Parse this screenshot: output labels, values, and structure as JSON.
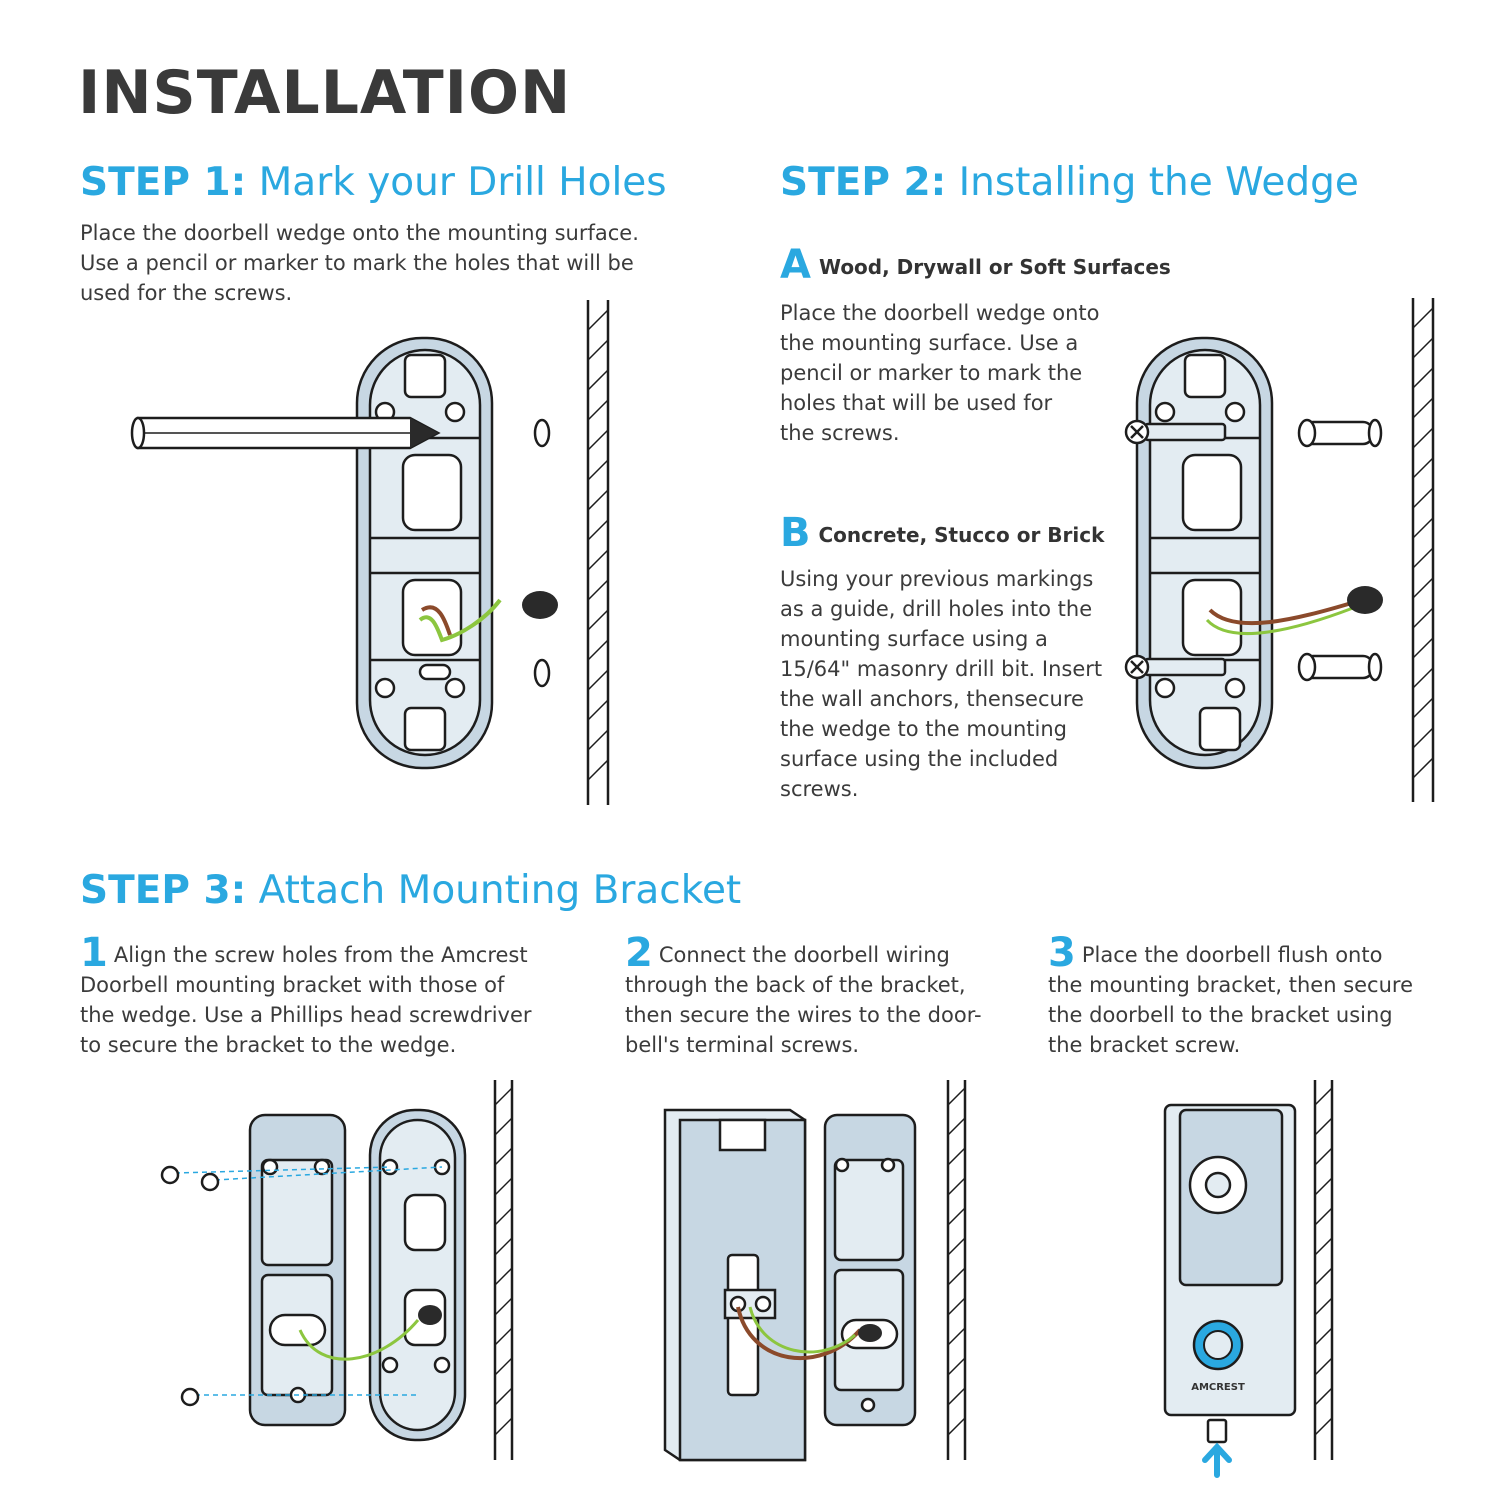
{
  "page_title": "INSTALLATION",
  "step1": {
    "label": "STEP 1:",
    "heading": "Mark your Drill Holes",
    "lines": [
      "Place the doorbell wedge onto the mounting surface.",
      "Use a pencil or marker to mark the holes that will be",
      "used for the screws."
    ]
  },
  "step2": {
    "label": "STEP 2:",
    "heading": "Installing the Wedge",
    "a": {
      "letter": "A",
      "title": "Wood, Drywall or Soft Surfaces",
      "lines": [
        "Place the doorbell wedge onto",
        "the mounting surface. Use a",
        "pencil or marker to mark the",
        "holes that will be used for",
        "the screws."
      ]
    },
    "b": {
      "letter": "B",
      "title": "Concrete, Stucco or Brick",
      "lines": [
        "Using your previous markings",
        "as a guide, drill holes into the",
        "mounting surface using a",
        "15/64\" masonry drill bit. Insert",
        "the wall anchors, thensecure",
        "the wedge to the mounting",
        "surface using the included",
        "screws."
      ]
    }
  },
  "step3": {
    "label": "STEP 3:",
    "heading": "Attach Mounting Bracket",
    "items": [
      {
        "num": "1",
        "lines": [
          "Align the screw holes from the Amcrest",
          "Doorbell mounting bracket with those of",
          "the wedge. Use a Phillips head screwdriver",
          "to secure the bracket to the wedge."
        ]
      },
      {
        "num": "2",
        "lines": [
          "Connect the doorbell wiring",
          "through the back of the bracket,",
          "then secure the wires to the door-",
          "bell's terminal screws."
        ]
      },
      {
        "num": "3",
        "lines": [
          "Place the doorbell flush onto",
          "the mounting bracket, then secure",
          "the doorbell to the bracket using",
          "the bracket screw."
        ]
      }
    ],
    "brand": "AMCREST"
  },
  "colors": {
    "accent": "#2aa8e0",
    "text": "#3b3b3b",
    "plate": "#c7d7e3",
    "wire_green": "#8cc63f",
    "wire_brown": "#8b4a2b"
  }
}
